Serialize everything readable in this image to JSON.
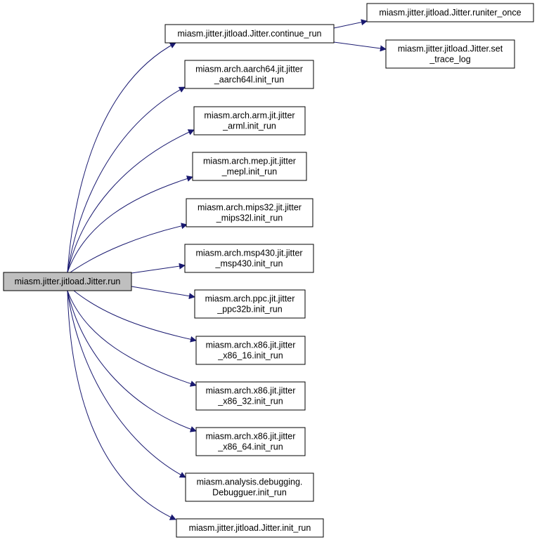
{
  "diagram": {
    "type": "call graph",
    "colors": {
      "edge": "#191970",
      "node_border": "#000000",
      "node_fill": "#ffffff",
      "root_fill": "#bfbfbf",
      "text": "#000000"
    },
    "nodes": [
      {
        "id": "run",
        "lines": [
          "miasm.jitter.jitload.Jitter.run"
        ],
        "root": true
      },
      {
        "id": "continue_run",
        "lines": [
          "miasm.jitter.jitload.Jitter.continue_run"
        ]
      },
      {
        "id": "runiter_once",
        "lines": [
          "miasm.jitter.jitload.Jitter.runiter_once"
        ]
      },
      {
        "id": "set_trace_log",
        "lines": [
          "miasm.jitter.jitload.Jitter.set",
          "_trace_log"
        ]
      },
      {
        "id": "aarch64",
        "lines": [
          "miasm.arch.aarch64.jit.jitter",
          "_aarch64l.init_run"
        ]
      },
      {
        "id": "arm",
        "lines": [
          "miasm.arch.arm.jit.jitter",
          "_arml.init_run"
        ]
      },
      {
        "id": "mep",
        "lines": [
          "miasm.arch.mep.jit.jitter",
          "_mepl.init_run"
        ]
      },
      {
        "id": "mips32",
        "lines": [
          "miasm.arch.mips32.jit.jitter",
          "_mips32l.init_run"
        ]
      },
      {
        "id": "msp430",
        "lines": [
          "miasm.arch.msp430.jit.jitter",
          "_msp430.init_run"
        ]
      },
      {
        "id": "ppc",
        "lines": [
          "miasm.arch.ppc.jit.jitter",
          "_ppc32b.init_run"
        ]
      },
      {
        "id": "x86_16",
        "lines": [
          "miasm.arch.x86.jit.jitter",
          "_x86_16.init_run"
        ]
      },
      {
        "id": "x86_32",
        "lines": [
          "miasm.arch.x86.jit.jitter",
          "_x86_32.init_run"
        ]
      },
      {
        "id": "x86_64",
        "lines": [
          "miasm.arch.x86.jit.jitter",
          "_x86_64.init_run"
        ]
      },
      {
        "id": "debugger",
        "lines": [
          "miasm.analysis.debugging.",
          "Debugguer.init_run"
        ]
      },
      {
        "id": "init_run",
        "lines": [
          "miasm.jitter.jitload.Jitter.init_run"
        ]
      }
    ],
    "edges": [
      {
        "from": "run",
        "to": "continue_run"
      },
      {
        "from": "continue_run",
        "to": "runiter_once"
      },
      {
        "from": "continue_run",
        "to": "set_trace_log"
      },
      {
        "from": "run",
        "to": "aarch64"
      },
      {
        "from": "run",
        "to": "arm"
      },
      {
        "from": "run",
        "to": "mep"
      },
      {
        "from": "run",
        "to": "mips32"
      },
      {
        "from": "run",
        "to": "msp430"
      },
      {
        "from": "run",
        "to": "ppc"
      },
      {
        "from": "run",
        "to": "x86_16"
      },
      {
        "from": "run",
        "to": "x86_32"
      },
      {
        "from": "run",
        "to": "x86_64"
      },
      {
        "from": "run",
        "to": "debugger"
      },
      {
        "from": "run",
        "to": "init_run"
      }
    ]
  }
}
